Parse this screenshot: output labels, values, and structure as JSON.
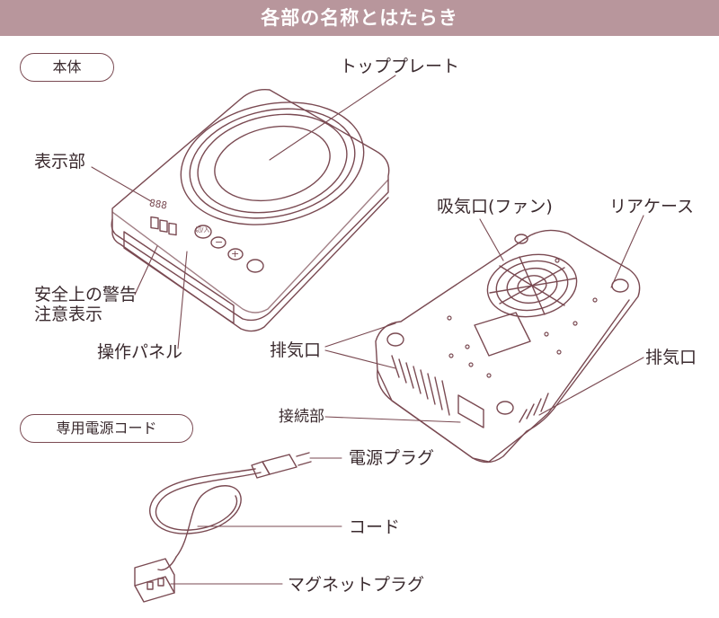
{
  "header": {
    "title": "各部の名称とはたらき"
  },
  "sections": {
    "body_unit": "本体",
    "power_cord": "専用電源コード"
  },
  "labels": {
    "top_plate": "トッププレート",
    "display": "表示部",
    "safety_warning_line1": "安全上の警告",
    "safety_warning_line2": "注意表示",
    "operation_panel": "操作パネル",
    "intake_fan": "吸気口(ファン)",
    "rear_case": "リアケース",
    "exhaust_left": "排気口",
    "exhaust_right": "排気口",
    "connector": "接続部",
    "power_plug": "電源プラグ",
    "cord": "コード",
    "magnet_plug": "マグネットプラグ"
  },
  "panel": {
    "display_digits": "888",
    "power_label": "切/入",
    "minus_symbol": "−",
    "plus_symbol": "+"
  },
  "colors": {
    "header_bg": "#b8969c",
    "line": "#7a4a52",
    "text": "#3a2a2e"
  }
}
